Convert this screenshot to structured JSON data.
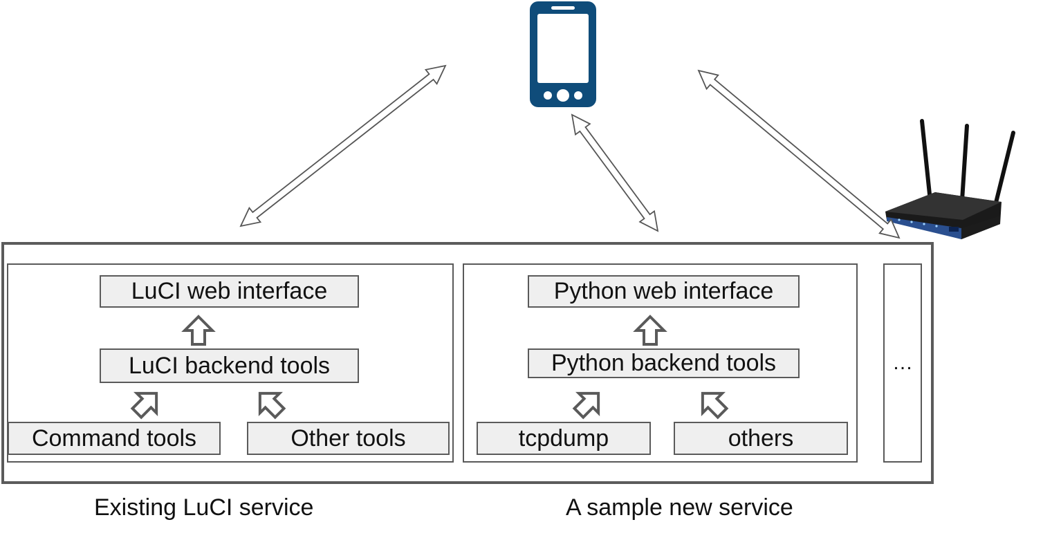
{
  "services": {
    "existing": {
      "caption": "Existing LuCI service",
      "web_interface": "LuCI web interface",
      "backend_tools": "LuCI backend tools",
      "tool_a": "Command tools",
      "tool_b": "Other tools"
    },
    "sample": {
      "caption": "A sample new service",
      "web_interface": "Python web interface",
      "backend_tools": "Python backend tools",
      "tool_a": "tcpdump",
      "tool_b": "others"
    },
    "more": {
      "ellipsis": "…"
    }
  },
  "icons": {
    "phone": "smartphone-icon",
    "router": "wifi-router-icon"
  },
  "colors": {
    "phone": "#0f4c7a",
    "box_fill": "#efefef",
    "border": "#5a5a5a"
  }
}
